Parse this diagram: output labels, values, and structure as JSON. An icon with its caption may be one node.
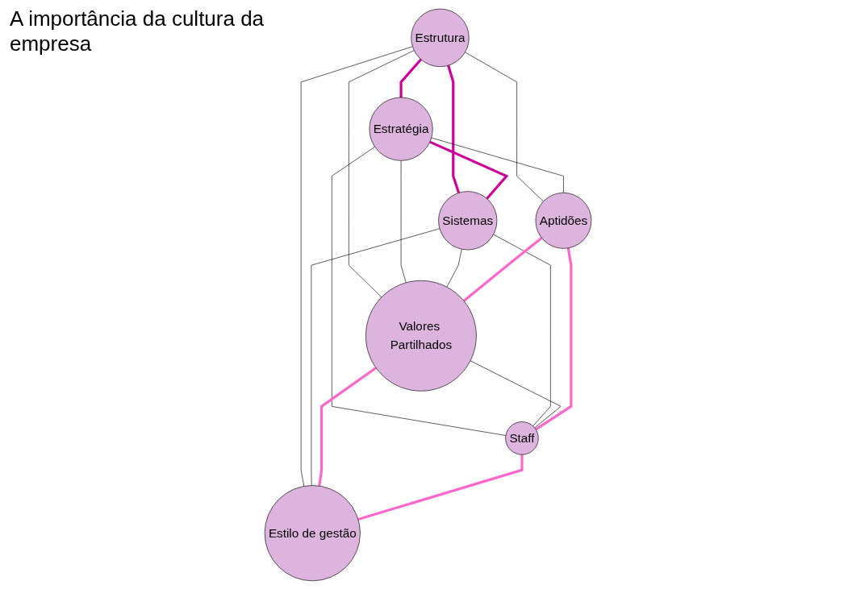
{
  "diagram": {
    "title": "A importância da cultura da empresa",
    "nodes": [
      {
        "text": [
          "Estrutura"
        ]
      },
      {
        "text": [
          "Estratégia"
        ]
      },
      {
        "text": [
          "Sistemas"
        ]
      },
      {
        "text": [
          "Valores Partilhados"
        ]
      },
      {
        "text": [
          "Aptidões"
        ]
      },
      {
        "text": [
          "Estilo de gestão"
        ]
      },
      {
        "text": [
          "Staff"
        ]
      }
    ],
    "edges": [
      {
        "from": 0,
        "to": 1,
        "arrow": "none",
        "style": "thick",
        "color": "#cc0099"
      },
      {
        "from": 0,
        "to": 2,
        "arrow": "none",
        "style": "thick",
        "color": "#cc0099"
      },
      {
        "from": 1,
        "to": 2,
        "arrow": "none",
        "style": "thick",
        "color": "#cc0099"
      },
      {
        "from": 0,
        "to": 3,
        "arrow": "none"
      },
      {
        "from": 0,
        "to": 4,
        "arrow": "none"
      },
      {
        "from": 0,
        "to": 5,
        "arrow": "none"
      },
      {
        "from": 1,
        "to": 3,
        "arrow": "none"
      },
      {
        "from": 1,
        "to": 4,
        "arrow": "none"
      },
      {
        "from": 1,
        "to": 6,
        "arrow": "none"
      },
      {
        "from": 2,
        "to": 3,
        "arrow": "none"
      },
      {
        "from": 2,
        "to": 6,
        "arrow": "none"
      },
      {
        "from": 2,
        "to": 5,
        "arrow": "none"
      },
      {
        "from": 3,
        "to": 6,
        "arrow": "none"
      },
      {
        "from": 4,
        "to": 3,
        "arrow": "none",
        "style": "thick",
        "color": "#ff66cc"
      },
      {
        "from": 3,
        "to": 5,
        "arrow": "none",
        "style": "thick",
        "color": "#ff66cc"
      },
      {
        "from": 4,
        "to": 6,
        "arrow": "none",
        "style": "thick",
        "color": "#ff66cc"
      },
      {
        "from": 6,
        "to": 5,
        "arrow": "none",
        "style": "thick",
        "color": "#ff66cc"
      }
    ]
  }
}
